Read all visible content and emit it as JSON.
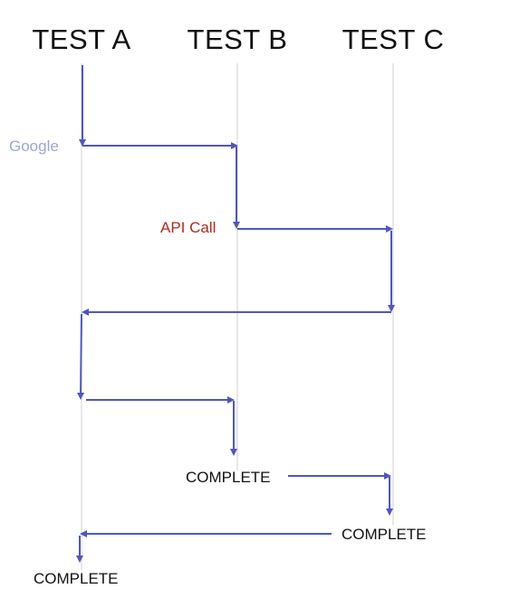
{
  "lanes": {
    "a": {
      "title": "TEST A"
    },
    "b": {
      "title": "TEST B"
    },
    "c": {
      "title": "TEST C"
    }
  },
  "labels": {
    "google": "Google",
    "api_call": "API Call",
    "complete_b": "COMPLETE",
    "complete_c": "COMPLETE",
    "complete_a": "COMPLETE"
  },
  "colors": {
    "arrow": "#4f55c4",
    "lifeline": "#cccccc",
    "google": "#9aa6d6",
    "api_call": "#b02a1a",
    "text": "#111111"
  }
}
